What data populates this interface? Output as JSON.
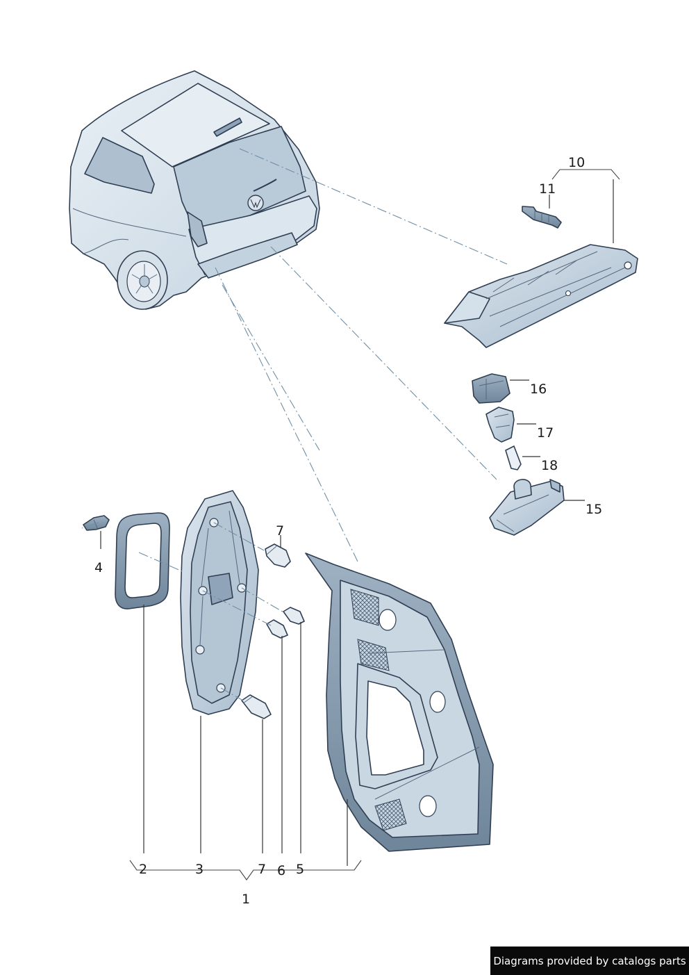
{
  "callouts": {
    "c1": "1",
    "c2": "2",
    "c3": "3",
    "c4": "4",
    "c5": "5",
    "c6": "6",
    "c7a": "7",
    "c7b": "7",
    "c10": "10",
    "c11": "11",
    "c15": "15",
    "c16": "16",
    "c17": "17",
    "c18": "18"
  },
  "colors": {
    "part_fill": "#cfdbe6",
    "part_shadow": "#9fb3c6",
    "outline": "#2f3e52",
    "leader_dashes": "#6f8fa6"
  },
  "credit": "Diagrams provided by catalogs parts"
}
